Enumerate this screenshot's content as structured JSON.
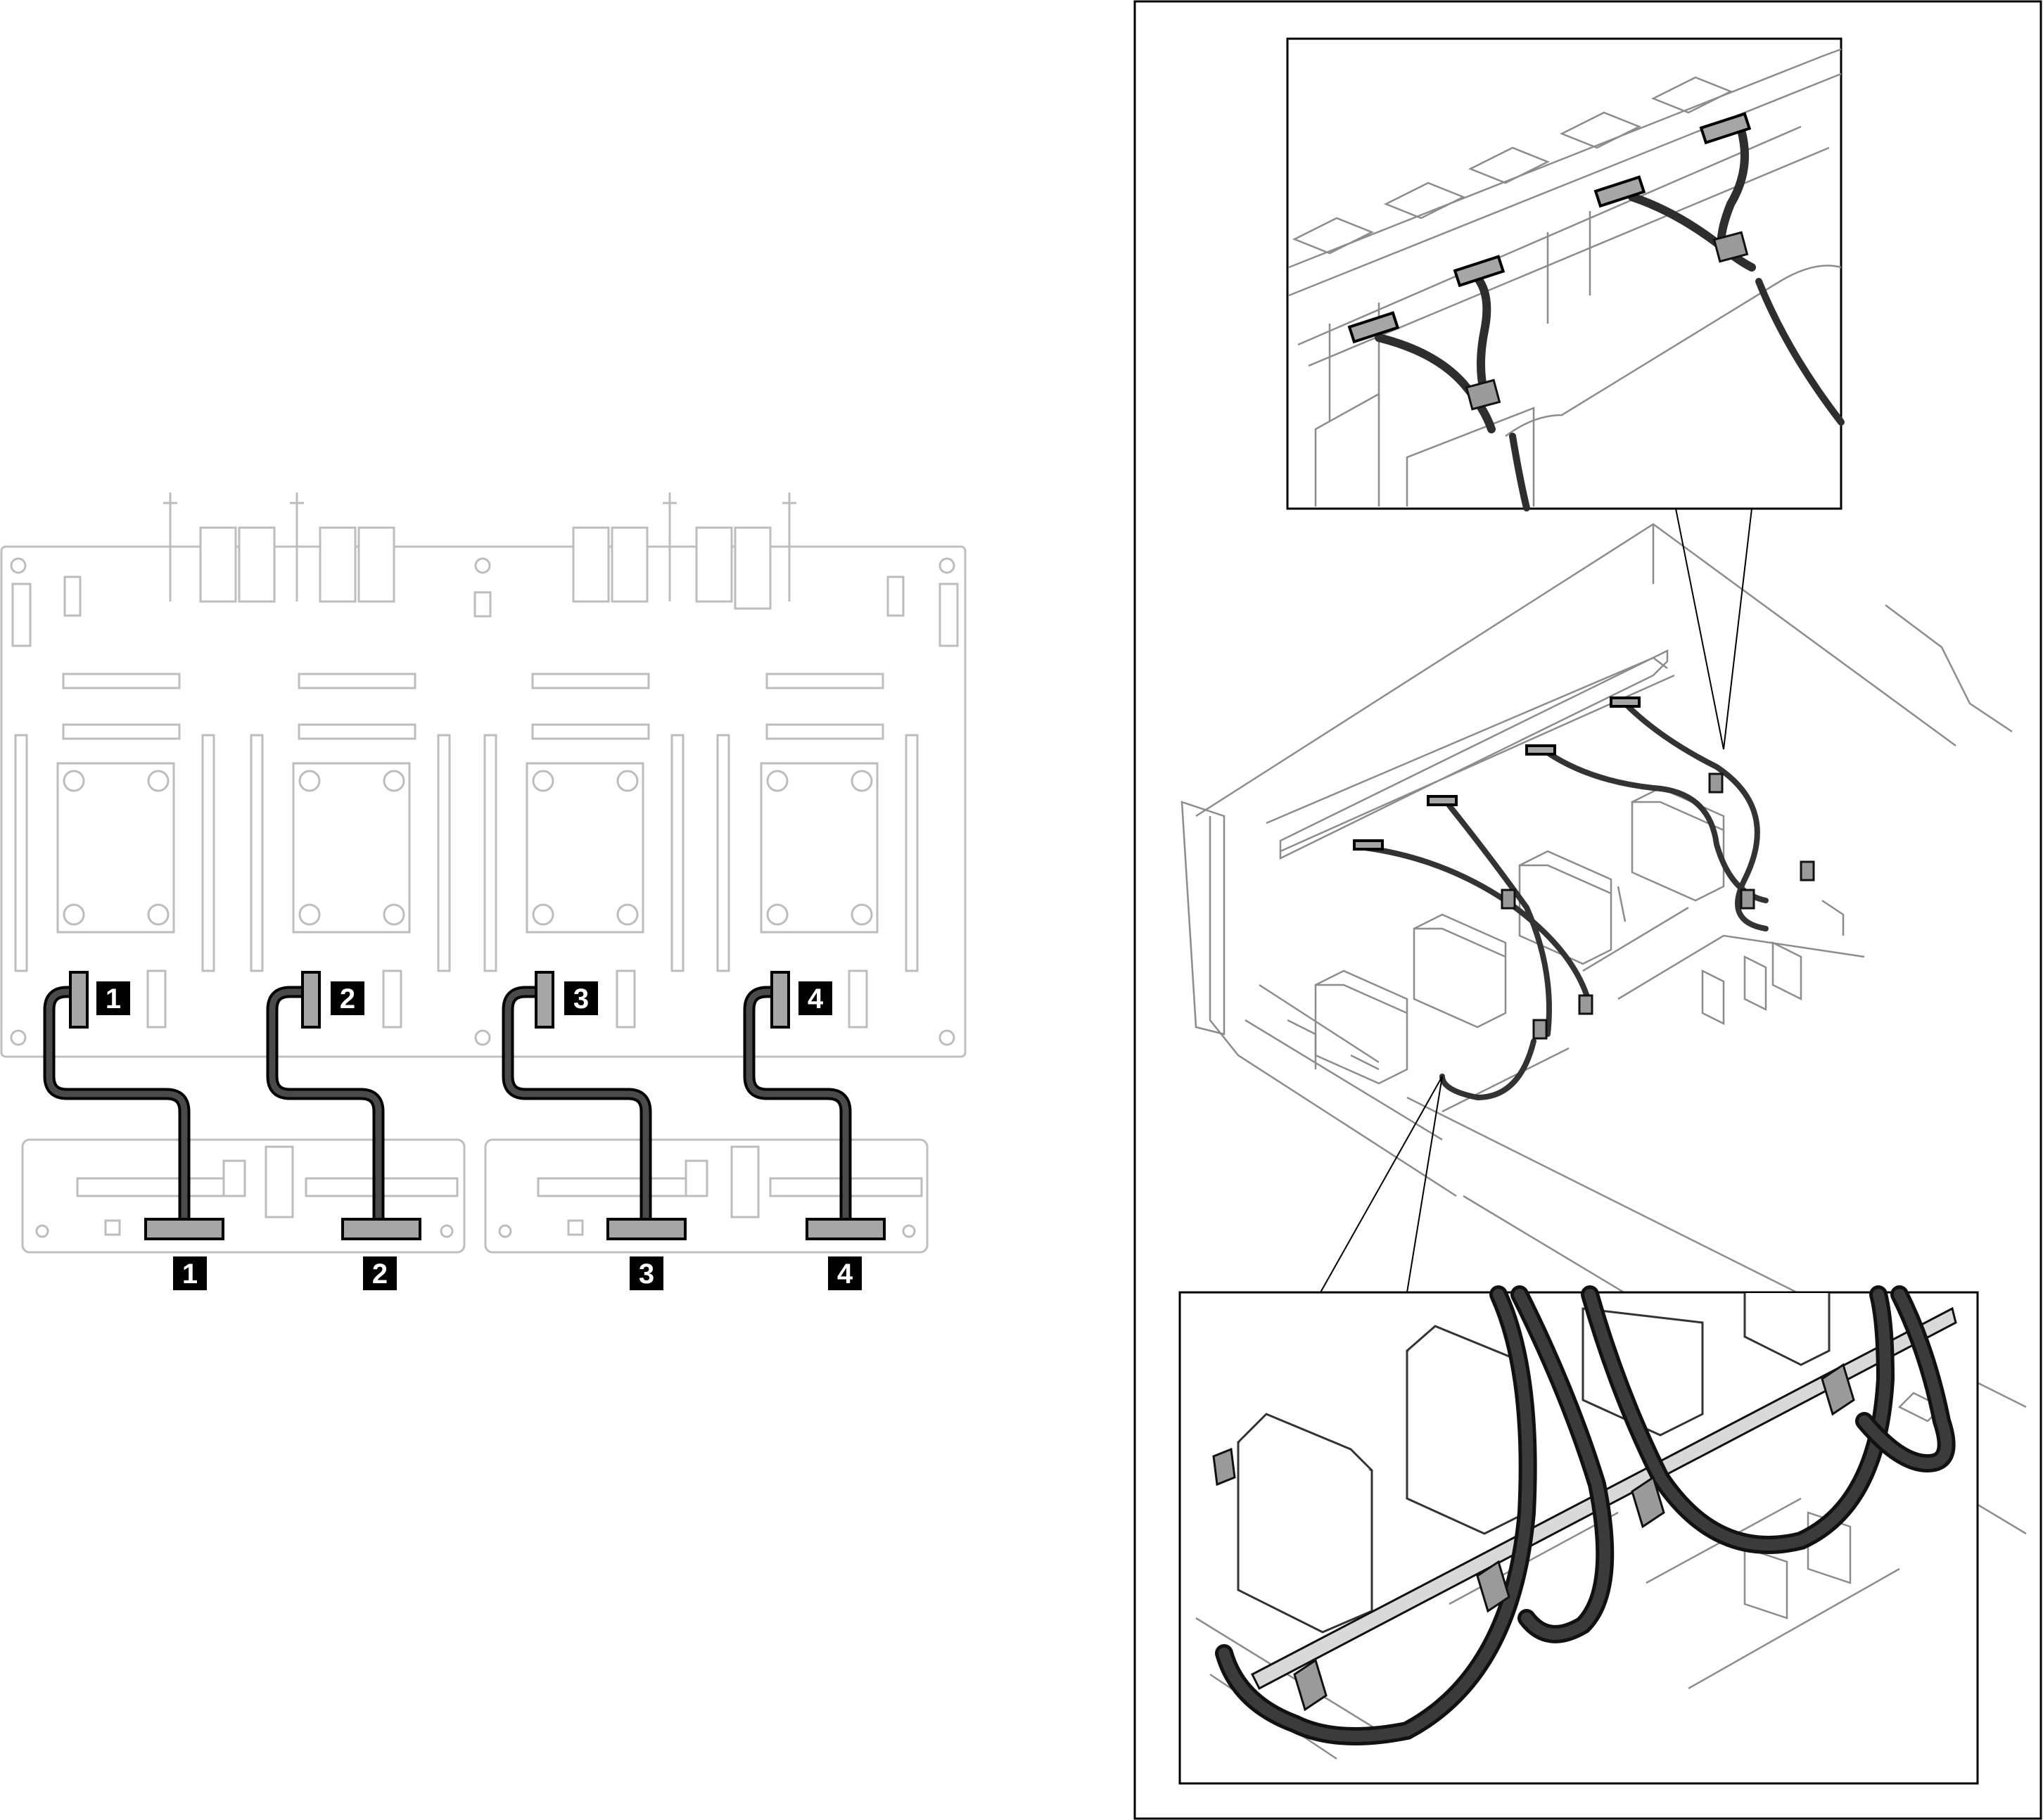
{
  "callouts": {
    "system_board": [
      "1",
      "2",
      "3",
      "4"
    ],
    "backplanes": [
      "1",
      "2",
      "3",
      "4"
    ]
  },
  "icons": {
    "main_board": "gpu-board-illustration",
    "backplane": "drive-backplane-illustration",
    "cable": "signal-cable",
    "clip": "cable-clip",
    "detail": "magnified-detail-view"
  },
  "colors": {
    "cable": "#3d3d3d",
    "callout": "#000000",
    "board_outline": "#bfbfbf"
  }
}
